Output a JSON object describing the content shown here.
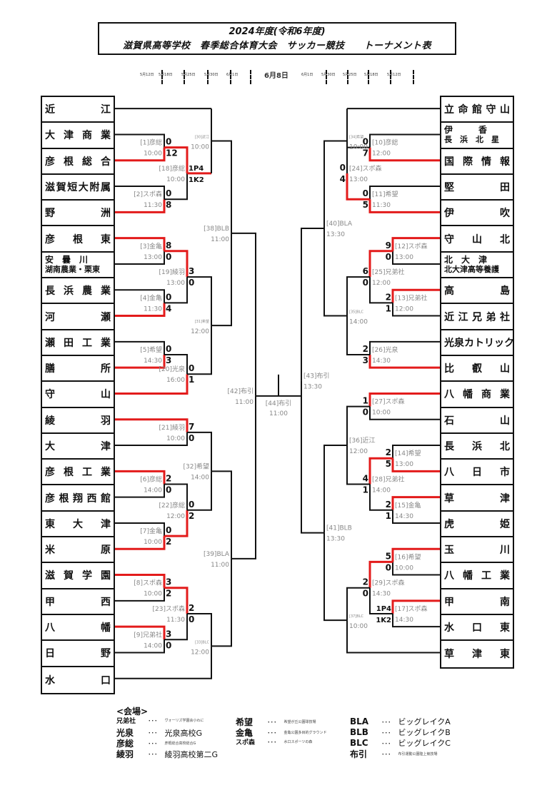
{
  "title": {
    "line1": "2024年度(令和6年度)",
    "line2": "滋賀県高等学校　春季総合体育大会　サッカー競技　　トーナメント表"
  },
  "dates": [
    "5月12日",
    "5月18日",
    "5月25日",
    "5月30日",
    "6月1日",
    "6月8日",
    "6月1日",
    "5月30日",
    "5月25日",
    "5月18日",
    "5月12日"
  ],
  "left_teams": [
    {
      "name": "近　　　江"
    },
    {
      "name": "大 津 商 業"
    },
    {
      "name": "彦 根 総 合"
    },
    {
      "name": "滋賀短大附属"
    },
    {
      "name": "野　　　洲"
    },
    {
      "name": "彦　根　東"
    },
    {
      "name": "安　曇　川",
      "name2": "湖南農業・栗東"
    },
    {
      "name": "長 浜 農 業"
    },
    {
      "name": "河　　　瀬"
    },
    {
      "name": "瀬 田 工 業"
    },
    {
      "name": "膳　　　所"
    },
    {
      "name": "守　　　山"
    },
    {
      "name": "綾　　　羽"
    },
    {
      "name": "大　　　津"
    },
    {
      "name": "彦 根 工 業"
    },
    {
      "name": "彦根翔西館"
    },
    {
      "name": "東　大　津"
    },
    {
      "name": "米　　　原"
    },
    {
      "name": "滋 賀 学 園"
    },
    {
      "name": "甲　　　西"
    },
    {
      "name": "八　　　幡"
    },
    {
      "name": "日　　　野"
    },
    {
      "name": "水　　　口"
    }
  ],
  "right_teams": [
    {
      "name": "立命館守山"
    },
    {
      "name": "伊　　　香",
      "name2": "長　浜　北　星"
    },
    {
      "name": "国 際 情 報"
    },
    {
      "name": "堅　　　田"
    },
    {
      "name": "伊　　　吹"
    },
    {
      "name": "守　山　北"
    },
    {
      "name": "北　大　津",
      "name2": "北大津高等養護"
    },
    {
      "name": "高　　　島"
    },
    {
      "name": "近江兄弟社"
    },
    {
      "name": "光泉カトリック"
    },
    {
      "name": "比　叡　山"
    },
    {
      "name": "八 幡 商 業"
    },
    {
      "name": "石　　　山"
    },
    {
      "name": "長　浜　北"
    },
    {
      "name": "八　日　市"
    },
    {
      "name": "草　　　津"
    },
    {
      "name": "虎　　　姫"
    },
    {
      "name": "玉　　　川"
    },
    {
      "name": "八 幡 工 業"
    },
    {
      "name": "甲　　　南"
    },
    {
      "name": "水　口　東"
    },
    {
      "name": "草　津　東"
    }
  ],
  "matches": [
    {
      "id": "m1",
      "label": "[1]彦総",
      "time": "10:00",
      "s1": "0",
      "s2": "12",
      "winner": 2
    },
    {
      "id": "m2",
      "label": "[2]スポ森",
      "time": "11:30",
      "s1": "0",
      "s2": "8",
      "winner": 2
    },
    {
      "id": "m18",
      "label": "[18]彦総",
      "time": "10:00",
      "s1": "1P4",
      "s2": "1K2",
      "winner": 1
    },
    {
      "id": "m30",
      "label": "[30]近江",
      "time": "10:00",
      "s1": "",
      "s2": "",
      "winner": 0
    },
    {
      "id": "m3",
      "label": "[3]金亀",
      "time": "13:00",
      "s1": "8",
      "s2": "0",
      "winner": 1
    },
    {
      "id": "m4",
      "label": "[4]金亀",
      "time": "11:30",
      "s1": "0",
      "s2": "4",
      "winner": 2
    },
    {
      "id": "m19",
      "label": "[19]綾羽",
      "time": "13:00",
      "s1": "3",
      "s2": "0",
      "winner": 1
    },
    {
      "id": "m5",
      "label": "[5]希望",
      "time": "14:30",
      "s1": "0",
      "s2": "3",
      "winner": 2
    },
    {
      "id": "m20",
      "label": "[20]光泉",
      "time": "16:00",
      "s1": "0",
      "s2": "1",
      "winner": 2
    },
    {
      "id": "m31",
      "label": "[31]希望",
      "time": "12:00",
      "s1": "",
      "s2": "",
      "winner": 0
    },
    {
      "id": "m38",
      "label": "[38]BLB",
      "time": "11:00",
      "s1": "",
      "s2": "",
      "winner": 0
    },
    {
      "id": "m21",
      "label": "[21]綾羽",
      "time": "10:00",
      "s1": "7",
      "s2": "0",
      "winner": 1
    },
    {
      "id": "m6",
      "label": "[6]彦総",
      "time": "14:00",
      "s1": "2",
      "s2": "0",
      "winner": 1
    },
    {
      "id": "m7",
      "label": "[7]金亀",
      "time": "10:00",
      "s1": "0",
      "s2": "2",
      "winner": 2
    },
    {
      "id": "m22",
      "label": "[22]彦総",
      "time": "12:00",
      "s1": "0",
      "s2": "2",
      "winner": 2
    },
    {
      "id": "m32",
      "label": "[32]希望",
      "time": "14:00",
      "s1": "",
      "s2": "",
      "winner": 0
    },
    {
      "id": "m8",
      "label": "[8]スポ森",
      "time": "10:00",
      "s1": "3",
      "s2": "2",
      "winner": 1
    },
    {
      "id": "m9",
      "label": "[9]兄弟社",
      "time": "14:00",
      "s1": "3",
      "s2": "0",
      "winner": 1
    },
    {
      "id": "m23",
      "label": "[23]スポ森",
      "time": "11:30",
      "s1": "2",
      "s2": "0",
      "winner": 1
    },
    {
      "id": "m33",
      "label": "[33]BLC",
      "time": "12:00",
      "s1": "",
      "s2": "",
      "winner": 0
    },
    {
      "id": "m39",
      "label": "[39]BLA",
      "time": "11:00",
      "s1": "",
      "s2": "",
      "winner": 0
    },
    {
      "id": "m42",
      "label": "[42]布引",
      "time": "11:00",
      "s1": "",
      "s2": "",
      "winner": 0
    },
    {
      "id": "m44",
      "label": "[44]布引",
      "time": "11:00",
      "s1": "",
      "s2": "",
      "winner": 0
    },
    {
      "id": "m43",
      "label": "[43]布引",
      "time": "13:30",
      "s1": "",
      "s2": "",
      "winner": 0
    },
    {
      "id": "m10",
      "label": "[10]彦総",
      "time": "12:00",
      "s1": "0",
      "s2": "7",
      "winner": 2
    },
    {
      "id": "m11",
      "label": "[11]希望",
      "time": "11:30",
      "s1": "0",
      "s2": "5",
      "winner": 2
    },
    {
      "id": "m24",
      "label": "[24]スポ森",
      "time": "13:00",
      "s1": "0",
      "s2": "4",
      "winner": 2
    },
    {
      "id": "m34",
      "label": "[34]希望",
      "time": "10:00",
      "s1": "",
      "s2": "",
      "winner": 0
    },
    {
      "id": "m12",
      "label": "[12]スポ森",
      "time": "13:00",
      "s1": "9",
      "s2": "0",
      "winner": 1
    },
    {
      "id": "m13",
      "label": "[13]兄弟社",
      "time": "12:00",
      "s1": "2",
      "s2": "1",
      "winner": 1
    },
    {
      "id": "m25",
      "label": "[25]兄弟社",
      "time": "12:00",
      "s1": "6",
      "s2": "0",
      "winner": 1
    },
    {
      "id": "m26",
      "label": "[26]光泉",
      "time": "14:30",
      "s1": "2",
      "s2": "3",
      "winner": 2
    },
    {
      "id": "m35",
      "label": "[35]BLC",
      "time": "14:00",
      "s1": "",
      "s2": "",
      "winner": 0
    },
    {
      "id": "m40",
      "label": "[40]BLA",
      "time": "13:30",
      "s1": "",
      "s2": "",
      "winner": 0
    },
    {
      "id": "m27",
      "label": "[27]スポ森",
      "time": "10:00",
      "s1": "1",
      "s2": "0",
      "winner": 1
    },
    {
      "id": "m14",
      "label": "[14]希望",
      "time": "13:00",
      "s1": "2",
      "s2": "5",
      "winner": 2
    },
    {
      "id": "m15",
      "label": "[15]金亀",
      "time": "14:30",
      "s1": "2",
      "s2": "1",
      "winner": 1
    },
    {
      "id": "m28",
      "label": "[28]兄弟社",
      "time": "14:00",
      "s1": "4",
      "s2": "1",
      "winner": 1
    },
    {
      "id": "m36",
      "label": "[36]近江",
      "time": "12:00",
      "s1": "",
      "s2": "",
      "winner": 0
    },
    {
      "id": "m16",
      "label": "[16]希望",
      "time": "10:00",
      "s1": "5",
      "s2": "0",
      "winner": 1
    },
    {
      "id": "m17",
      "label": "[17]スポ森",
      "time": "14:30",
      "s1": "1P4",
      "s2": "1K2",
      "winner": 1
    },
    {
      "id": "m29",
      "label": "[29]スポ森",
      "time": "14:30",
      "s1": "2",
      "s2": "0",
      "winner": 1
    },
    {
      "id": "m37",
      "label": "[37]BLC",
      "time": "10:00",
      "s1": "",
      "s2": "",
      "winner": 0
    },
    {
      "id": "m41",
      "label": "[41]BLB",
      "time": "13:30",
      "s1": "",
      "s2": "",
      "winner": 0
    }
  ],
  "legend": {
    "title": "<会場>",
    "items": [
      {
        "key": "兄弟社",
        "value": "ヴォーリズ学園会小わに",
        "small": true
      },
      {
        "key": "光泉",
        "value": "光泉高校G",
        "small": false
      },
      {
        "key": "彦総",
        "value": "彦根総合高校総合G",
        "small": true
      },
      {
        "key": "綾羽",
        "value": "綾羽高校第二G",
        "small": false
      },
      {
        "key": "希望",
        "value": "希望が丘公園球技場",
        "small": true
      },
      {
        "key": "金亀",
        "value": "金亀公園多目的グラウンド",
        "small": true
      },
      {
        "key": "スポ森",
        "value": "水口スポーツの森",
        "small": true
      },
      {
        "key": "BLA",
        "value": "ビッグレイクA",
        "small": false
      },
      {
        "key": "BLB",
        "value": "ビッグレイクB",
        "small": false
      },
      {
        "key": "BLC",
        "value": "ビッグレイクC",
        "small": false
      },
      {
        "key": "布引",
        "value": "布引運動公園陸上競技場",
        "small": true
      }
    ],
    "dots": "･･･"
  },
  "colors": {
    "winner_line": "#e31b1b",
    "line": "#111111",
    "label": "#888888"
  }
}
